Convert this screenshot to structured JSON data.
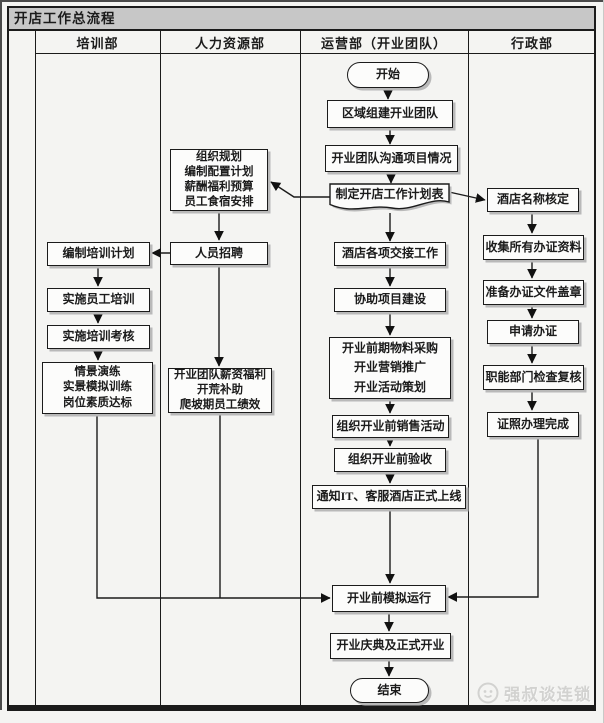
{
  "title": "开店工作总流程",
  "lanes": [
    {
      "label": "培训部"
    },
    {
      "label": "人力资源部"
    },
    {
      "label": "运营部（开业团队）"
    },
    {
      "label": "行政部"
    }
  ],
  "nodes": {
    "start": {
      "shape": "terminator",
      "lane": "运营部（开业团队）",
      "label": "开始"
    },
    "build_team": {
      "shape": "process",
      "lane": "运营部（开业团队）",
      "label": "区域组建开业团队"
    },
    "communicate": {
      "shape": "process",
      "lane": "运营部（开业团队）",
      "label": "开业团队沟通项目情况"
    },
    "plan_doc": {
      "shape": "document",
      "lane": "运营部（开业团队）",
      "label": "制定开店工作计划表"
    },
    "handover": {
      "shape": "process",
      "lane": "运营部（开业团队）",
      "label": "酒店各项交接工作"
    },
    "assist_construction": {
      "shape": "process",
      "lane": "运营部（开业团队）",
      "label": "协助项目建设"
    },
    "pre_opening": {
      "shape": "process",
      "lane": "运营部（开业团队）",
      "label": "开业前期物料采购\n开业营销推广\n开业活动策划"
    },
    "pre_sales": {
      "shape": "process",
      "lane": "运营部（开业团队）",
      "label": "组织开业前销售活动"
    },
    "acceptance": {
      "shape": "process",
      "lane": "运营部（开业团队）",
      "label": "组织开业前验收"
    },
    "notify_it": {
      "shape": "process",
      "lane": "运营部（开业团队）",
      "label": "通知IT、客服酒店正式上线"
    },
    "mock_run": {
      "shape": "process",
      "lane": "运营部（开业团队）",
      "label": "开业前模拟运行"
    },
    "ceremony": {
      "shape": "process",
      "lane": "运营部（开业团队）",
      "label": "开业庆典及正式开业"
    },
    "end": {
      "shape": "terminator",
      "lane": "运营部（开业团队）",
      "label": "结束"
    },
    "training_plan": {
      "shape": "process",
      "lane": "培训部",
      "label": "编制培训计划"
    },
    "staff_training": {
      "shape": "process",
      "lane": "培训部",
      "label": "实施员工培训"
    },
    "training_exam": {
      "shape": "process",
      "lane": "培训部",
      "label": "实施培训考核"
    },
    "scenario": {
      "shape": "process",
      "lane": "培训部",
      "label": "情景演练\n实景模拟训练\n岗位素质达标"
    },
    "hr_plan": {
      "shape": "process",
      "lane": "人力资源部",
      "label": "组织规划\n编制配置计划\n薪酬福利预算\n员工食宿安排"
    },
    "recruit": {
      "shape": "process",
      "lane": "人力资源部",
      "label": "人员招聘"
    },
    "hr_comp": {
      "shape": "process",
      "lane": "人力资源部",
      "label": "开业团队薪资福利\n开荒补助\n爬坡期员工绩效"
    },
    "name_check": {
      "shape": "process",
      "lane": "行政部",
      "label": "酒店名称核定"
    },
    "collect_docs": {
      "shape": "process",
      "lane": "行政部",
      "label": "收集所有办证资料"
    },
    "prep_seal": {
      "shape": "process",
      "lane": "行政部",
      "label": "准备办证文件盖章"
    },
    "apply_license": {
      "shape": "process",
      "lane": "行政部",
      "label": "申请办证"
    },
    "dept_review": {
      "shape": "process",
      "lane": "行政部",
      "label": "职能部门检查复核"
    },
    "license_done": {
      "shape": "process",
      "lane": "行政部",
      "label": "证照办理完成"
    }
  },
  "edges": [
    {
      "from": "start",
      "to": "build_team"
    },
    {
      "from": "build_team",
      "to": "communicate"
    },
    {
      "from": "communicate",
      "to": "plan_doc"
    },
    {
      "from": "plan_doc",
      "to": "handover"
    },
    {
      "from": "plan_doc",
      "to": "hr_plan"
    },
    {
      "from": "plan_doc",
      "to": "name_check"
    },
    {
      "from": "hr_plan",
      "to": "recruit"
    },
    {
      "from": "recruit",
      "to": "training_plan"
    },
    {
      "from": "recruit",
      "to": "hr_comp"
    },
    {
      "from": "training_plan",
      "to": "staff_training"
    },
    {
      "from": "staff_training",
      "to": "training_exam"
    },
    {
      "from": "training_exam",
      "to": "scenario"
    },
    {
      "from": "scenario",
      "to": "mock_run"
    },
    {
      "from": "hr_comp",
      "to": "mock_run"
    },
    {
      "from": "handover",
      "to": "assist_construction"
    },
    {
      "from": "assist_construction",
      "to": "pre_opening"
    },
    {
      "from": "pre_opening",
      "to": "pre_sales"
    },
    {
      "from": "pre_sales",
      "to": "acceptance"
    },
    {
      "from": "acceptance",
      "to": "notify_it"
    },
    {
      "from": "notify_it",
      "to": "mock_run"
    },
    {
      "from": "name_check",
      "to": "collect_docs"
    },
    {
      "from": "collect_docs",
      "to": "prep_seal"
    },
    {
      "from": "prep_seal",
      "to": "apply_license"
    },
    {
      "from": "apply_license",
      "to": "dept_review"
    },
    {
      "from": "dept_review",
      "to": "license_done"
    },
    {
      "from": "license_done",
      "to": "mock_run"
    },
    {
      "from": "mock_run",
      "to": "ceremony"
    },
    {
      "from": "ceremony",
      "to": "end"
    }
  ],
  "watermark": {
    "text": "强叔谈连锁"
  },
  "colors": {
    "title_bar_bg": "#c7c7c7",
    "line": "#1b1b1b",
    "box_fill": "#fcfcfb",
    "box_shadow": "#b9b9b9",
    "page_bg": "#f4f4f2",
    "watermark_text": "#d2d2d0"
  }
}
